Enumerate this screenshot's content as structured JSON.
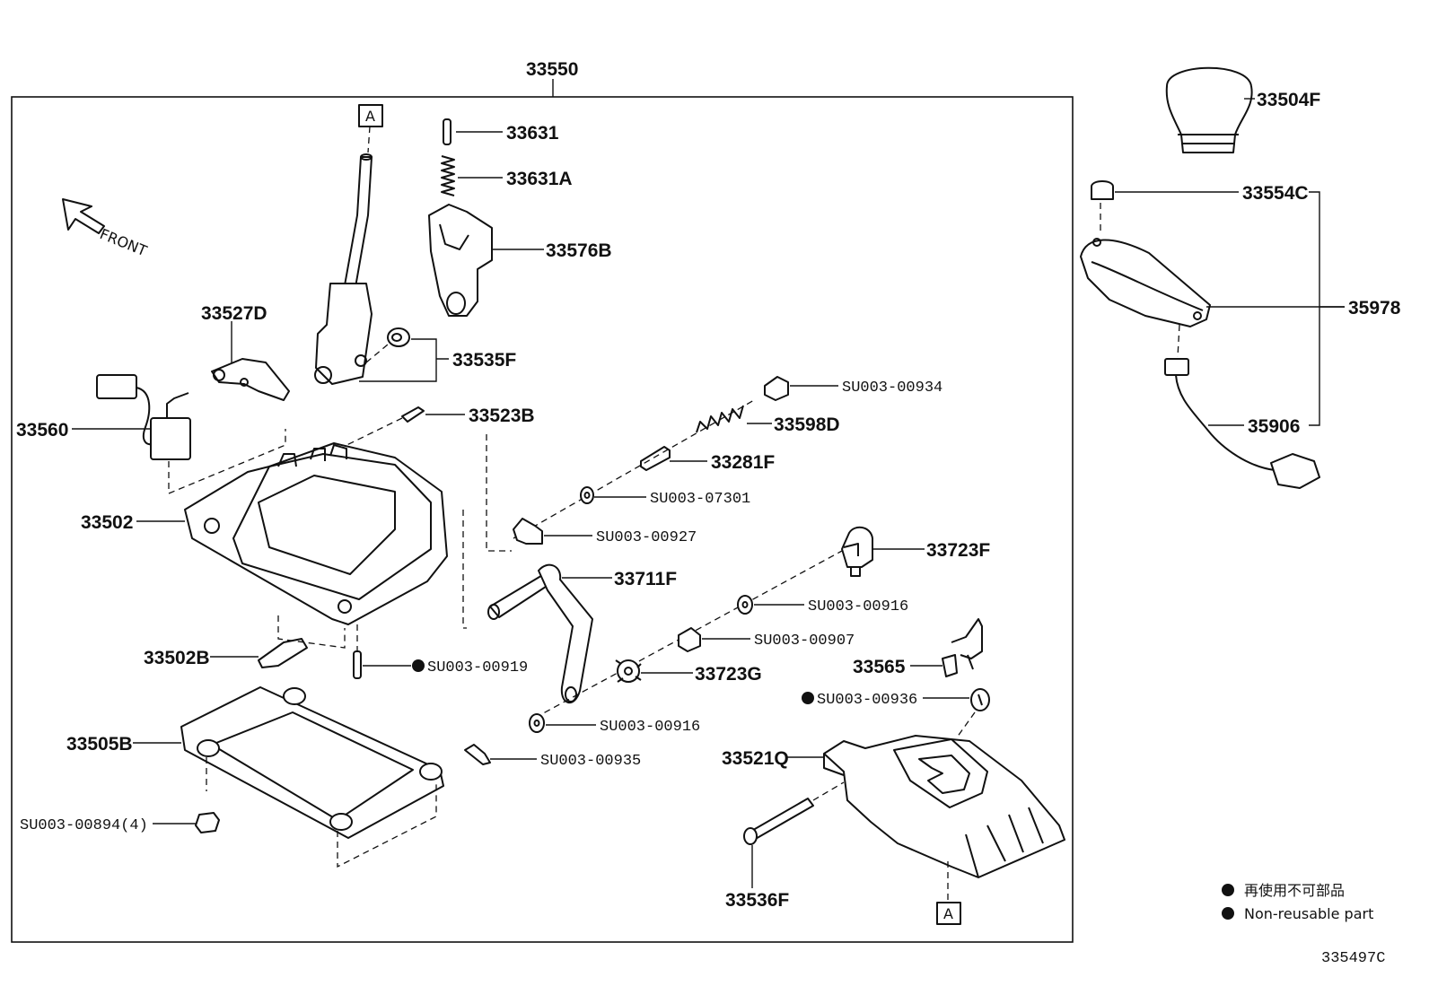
{
  "labels": {
    "assembly": "33550",
    "knob": "33504F",
    "cap": "33554C",
    "indicator": "35978",
    "harness": "35906",
    "rod": "33631",
    "spring_small": "33631A",
    "lever_bracket": "33576B",
    "bushing": "33535F",
    "solenoid": "33560",
    "lock_lever": "33527D",
    "pin": "33523B",
    "base": "33502",
    "su00934": "SU003-00934",
    "spring_detent": "33598D",
    "plunger": "33281F",
    "su07301": "SU003-07301",
    "su00927": "SU003-00927",
    "link_lever": "33711F",
    "bracket_f": "33723F",
    "su00916a": "SU003-00916",
    "su00907": "SU003-00907",
    "detent_g": "33723G",
    "su00916b": "SU003-00916",
    "su00935": "SU003-00935",
    "seal": "33502B",
    "su00919": "SU003-00919",
    "gasket": "33505B",
    "su00894": "SU003-00894(4)",
    "switch": "33565",
    "su00936": "SU003-00936",
    "housing": "33521Q",
    "bolt": "33536F",
    "ref_a_top": "A",
    "ref_a_bottom": "A",
    "front": "FRONT",
    "diagram_code": "335497C"
  },
  "legend": {
    "jp": "再使用不可部品",
    "en": "Non-reusable part"
  }
}
